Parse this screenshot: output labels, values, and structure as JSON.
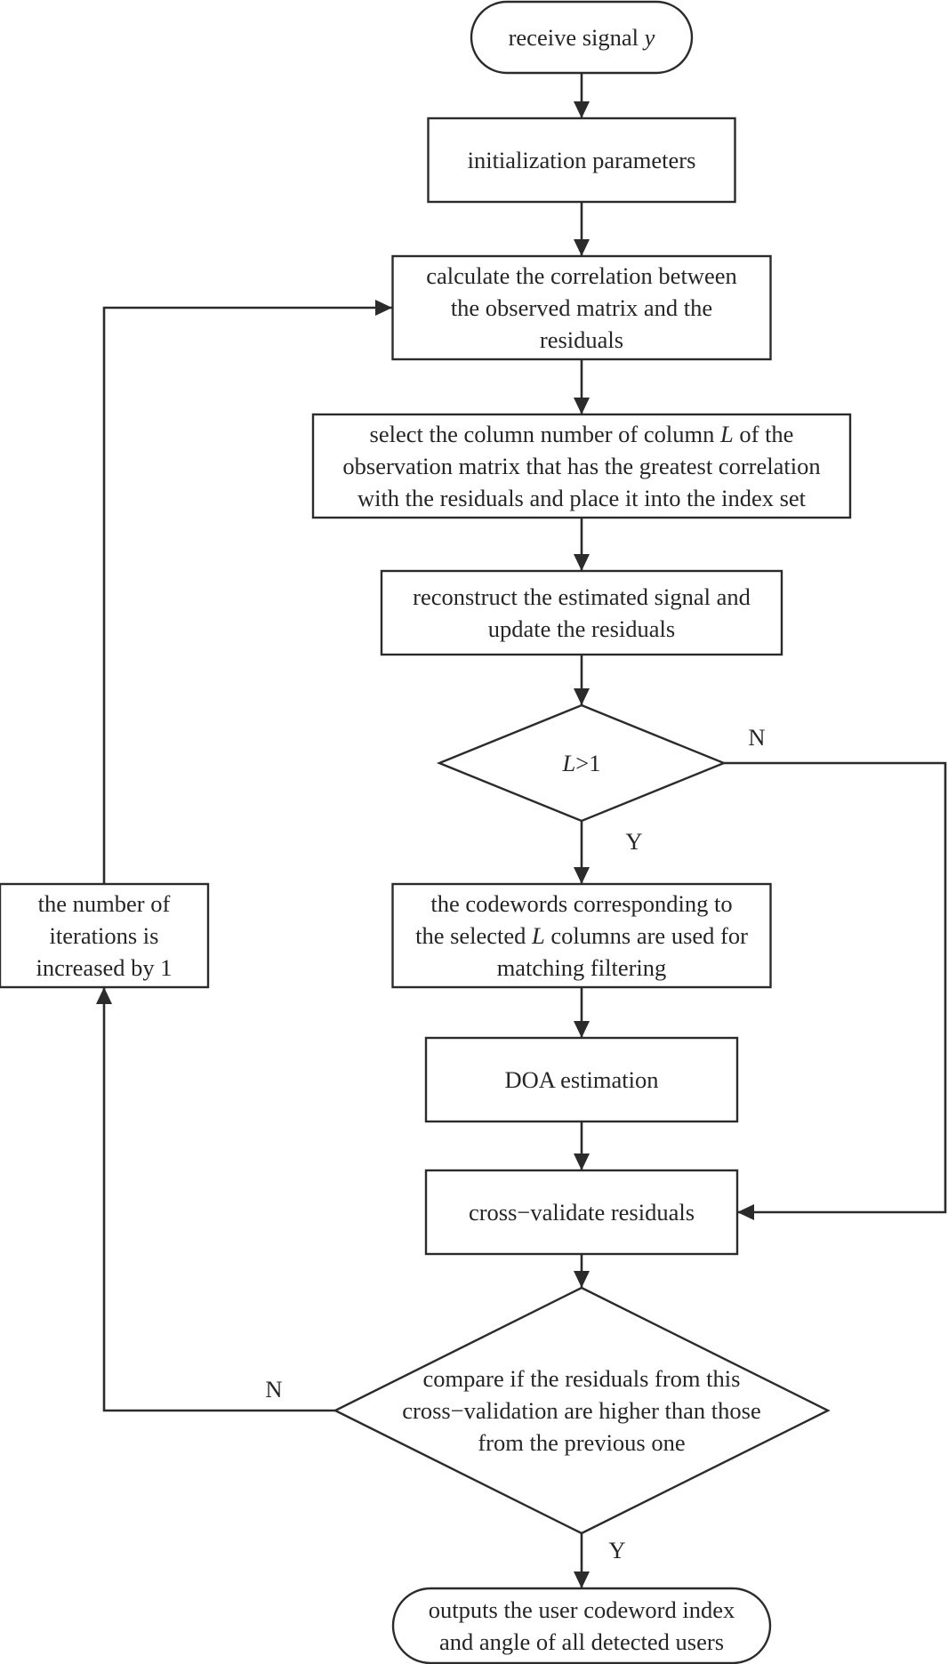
{
  "diagram": {
    "type": "flowchart",
    "nodes": [
      {
        "id": "start",
        "shape": "terminal",
        "lines": [
          [
            "receive signal ",
            {
              "italic": "y"
            }
          ]
        ]
      },
      {
        "id": "init",
        "shape": "process",
        "lines": [
          [
            "initialization parameters"
          ]
        ]
      },
      {
        "id": "corr",
        "shape": "process",
        "lines": [
          [
            "calculate the correlation between"
          ],
          [
            "the observed matrix and the"
          ],
          [
            "residuals"
          ]
        ]
      },
      {
        "id": "select",
        "shape": "process",
        "lines": [
          [
            "select the column number of column ",
            {
              "italic": "L"
            },
            " of the"
          ],
          [
            "observation matrix that has the greatest correlation"
          ],
          [
            "with the residuals and place it into the index set"
          ]
        ]
      },
      {
        "id": "recon",
        "shape": "process",
        "lines": [
          [
            "reconstruct the estimated signal and"
          ],
          [
            "update the residuals"
          ]
        ]
      },
      {
        "id": "cond1",
        "shape": "decision",
        "lines": [
          [
            {
              "italic": "L"
            },
            ">1"
          ]
        ]
      },
      {
        "id": "codewords",
        "shape": "process",
        "lines": [
          [
            "the codewords corresponding to"
          ],
          [
            "the selected ",
            {
              "italic": "L"
            },
            " columns are used for"
          ],
          [
            "matching filtering"
          ]
        ]
      },
      {
        "id": "doa",
        "shape": "process",
        "lines": [
          [
            "DOA estimation"
          ]
        ]
      },
      {
        "id": "cv",
        "shape": "process",
        "lines": [
          [
            "cross−validate residuals"
          ]
        ]
      },
      {
        "id": "cond2",
        "shape": "decision",
        "lines": [
          [
            "compare if the residuals from this"
          ],
          [
            "cross−validation are higher than those"
          ],
          [
            "from the previous one"
          ]
        ]
      },
      {
        "id": "end",
        "shape": "terminal",
        "lines": [
          [
            "outputs the user codeword index"
          ],
          [
            "and angle of all detected users"
          ]
        ]
      },
      {
        "id": "iter",
        "shape": "process",
        "lines": [
          [
            "the number of"
          ],
          [
            "iterations is"
          ],
          [
            "increased by 1"
          ]
        ]
      }
    ],
    "edges": [
      {
        "from": "start",
        "to": "init",
        "label": ""
      },
      {
        "from": "init",
        "to": "corr",
        "label": ""
      },
      {
        "from": "corr",
        "to": "select",
        "label": ""
      },
      {
        "from": "select",
        "to": "recon",
        "label": ""
      },
      {
        "from": "recon",
        "to": "cond1",
        "label": ""
      },
      {
        "from": "cond1",
        "to": "codewords",
        "label": "Y"
      },
      {
        "from": "cond1",
        "to": "cv",
        "label": "N"
      },
      {
        "from": "codewords",
        "to": "doa",
        "label": ""
      },
      {
        "from": "doa",
        "to": "cv",
        "label": ""
      },
      {
        "from": "cv",
        "to": "cond2",
        "label": ""
      },
      {
        "from": "cond2",
        "to": "end",
        "label": "Y"
      },
      {
        "from": "cond2",
        "to": "iter",
        "label": "N"
      },
      {
        "from": "iter",
        "to": "corr",
        "label": ""
      }
    ]
  }
}
